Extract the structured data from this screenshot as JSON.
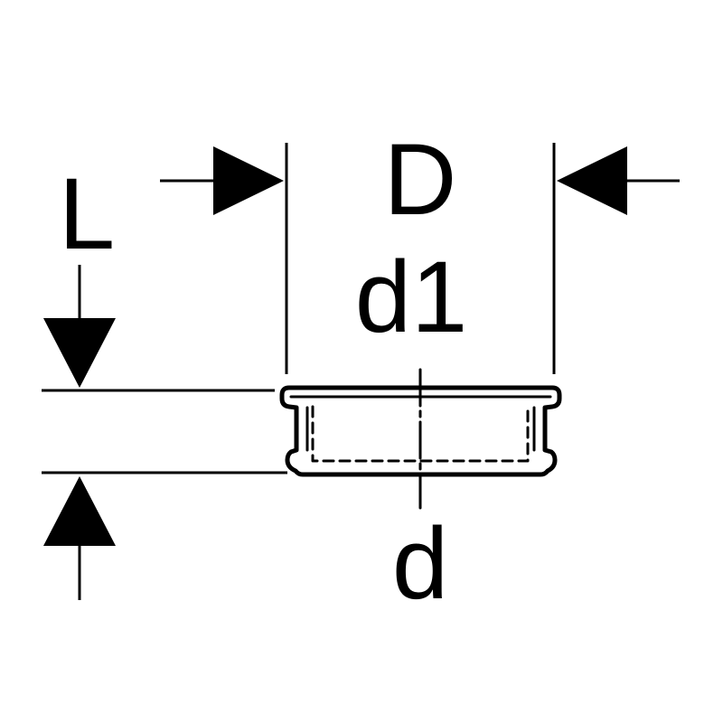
{
  "labels": {
    "outer_diameter": "D",
    "inner_diameter": "d1",
    "length": "L",
    "nominal_diameter": "d"
  },
  "colors": {
    "ink": "#000000",
    "background": "#ffffff"
  }
}
